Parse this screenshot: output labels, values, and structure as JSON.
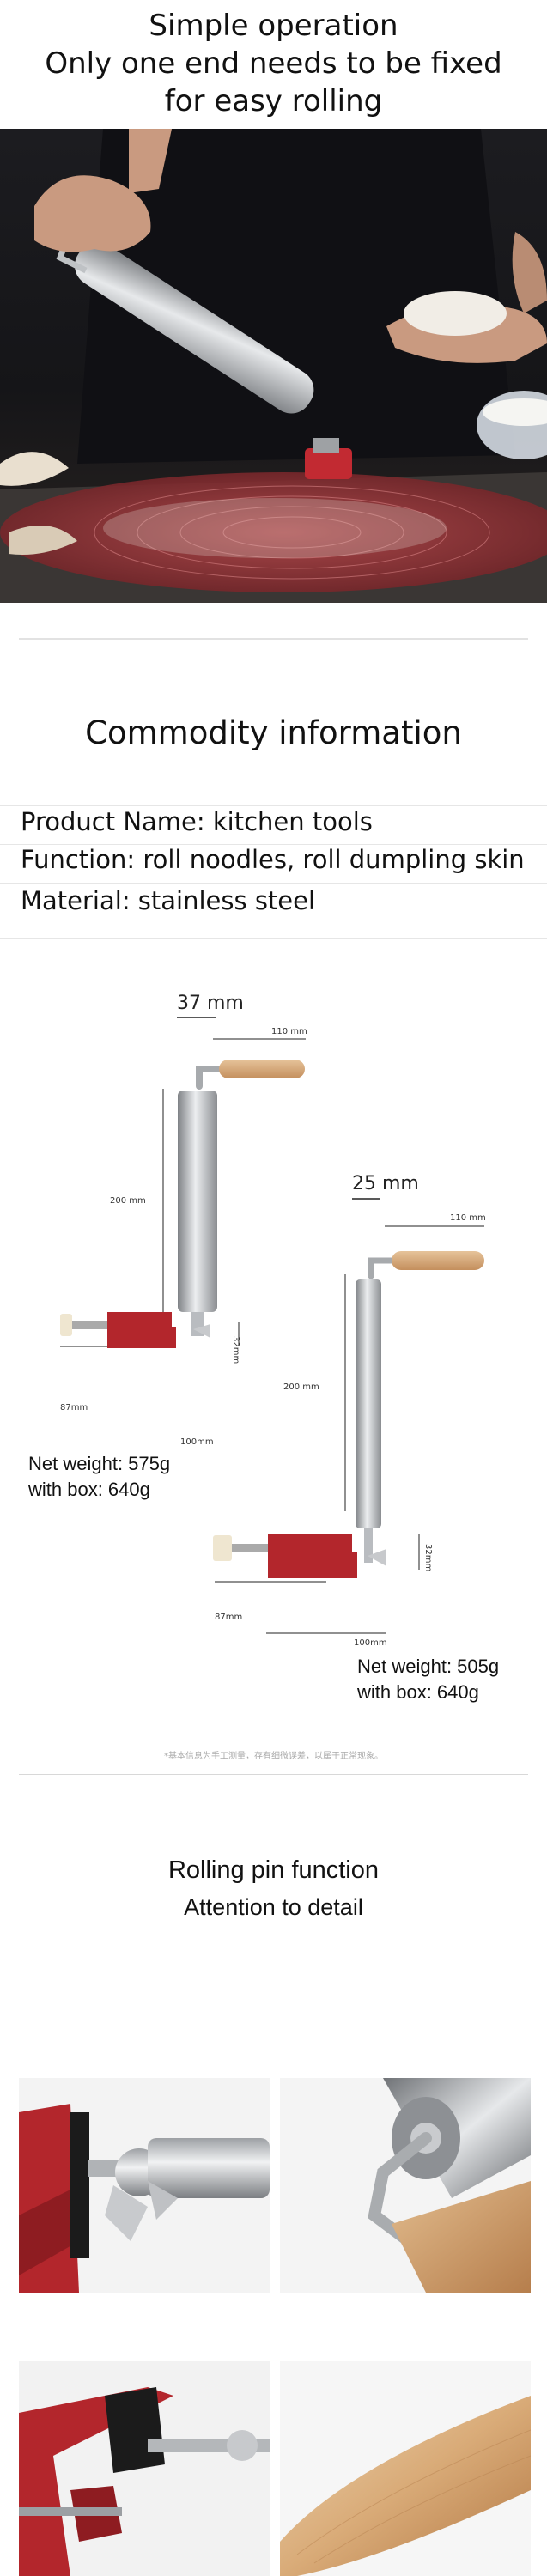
{
  "hero": {
    "title_lines": [
      "Simple operation",
      "Only one end needs to be fixed",
      "for easy rolling"
    ]
  },
  "commodity": {
    "heading": "Commodity information",
    "lines": [
      "Product Name: kitchen tools",
      "Function: roll noodles, roll dumpling skin",
      "Material: stainless steel"
    ]
  },
  "large_pin": {
    "diameter": "37 mm",
    "handle_length": "110 mm",
    "body_length": "200 mm",
    "clamp_height": "32mm",
    "clamp_width": "87mm",
    "base_length": "100mm",
    "net_weight": "Net weight: 575g",
    "with_box": "with box: 640g"
  },
  "small_pin": {
    "diameter": "25 mm",
    "handle_length": "110 mm",
    "body_length": "200 mm",
    "clamp_height": "32mm",
    "clamp_width": "87mm",
    "base_length": "100mm",
    "net_weight": "Net weight: 505g",
    "with_box": "with box: 640g"
  },
  "footnote": "*基本信息为手工测量，存有细微误差，以属于正常现象。",
  "function_section": {
    "title": "Rolling pin function",
    "subtitle": "Attention to detail"
  },
  "colors": {
    "clamp_red": "#b3262c",
    "steel": "#b9bcc0",
    "wood": "#d7ae7f",
    "mat_red": "#a8363a"
  }
}
